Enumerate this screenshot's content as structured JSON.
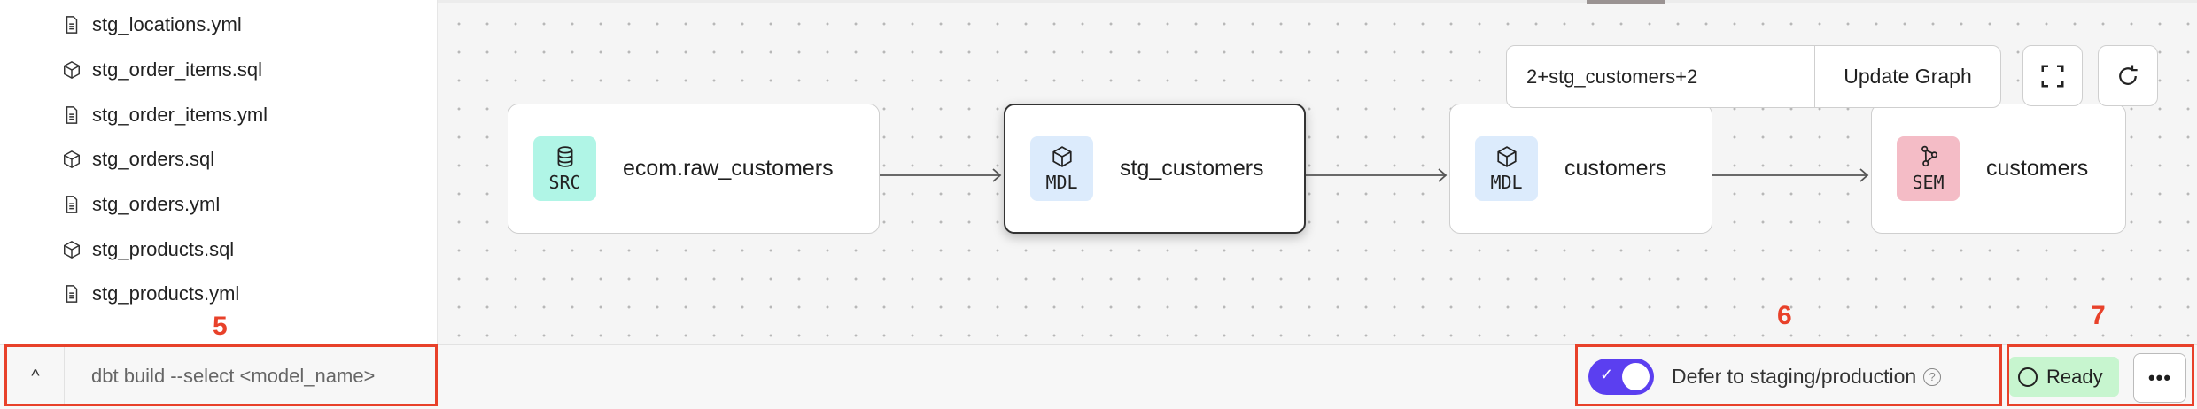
{
  "sidebar": {
    "files": [
      {
        "name": "stg_locations.yml",
        "icon": "file-icon"
      },
      {
        "name": "stg_order_items.sql",
        "icon": "cube-icon"
      },
      {
        "name": "stg_order_items.yml",
        "icon": "file-icon"
      },
      {
        "name": "stg_orders.sql",
        "icon": "cube-icon"
      },
      {
        "name": "stg_orders.yml",
        "icon": "file-icon"
      },
      {
        "name": "stg_products.sql",
        "icon": "cube-icon"
      },
      {
        "name": "stg_products.yml",
        "icon": "file-icon"
      }
    ]
  },
  "graph": {
    "selector_value": "2+stg_customers+2",
    "update_label": "Update Graph",
    "nodes": [
      {
        "badge": "SRC",
        "label": "ecom.raw_customers",
        "color": "#b0f5e6",
        "icon": "database-icon"
      },
      {
        "badge": "MDL",
        "label": "stg_customers",
        "color": "#dcebfc",
        "icon": "cube-icon",
        "selected": true
      },
      {
        "badge": "MDL",
        "label": "customers",
        "color": "#dcebfc",
        "icon": "cube-icon"
      },
      {
        "badge": "SEM",
        "label": "customers",
        "color": "#f4bcc6",
        "icon": "semantic-graph-icon"
      }
    ]
  },
  "bottom": {
    "command_placeholder": "dbt build --select <model_name>",
    "defer_label": "Defer to staging/production",
    "defer_enabled": true,
    "status": "Ready",
    "more_label": "•••"
  },
  "annotations": [
    "5",
    "6",
    "7"
  ],
  "colors": {
    "accent": "#5b3ff0",
    "annotation": "#e8412a",
    "ready": "#c7f5cf"
  }
}
